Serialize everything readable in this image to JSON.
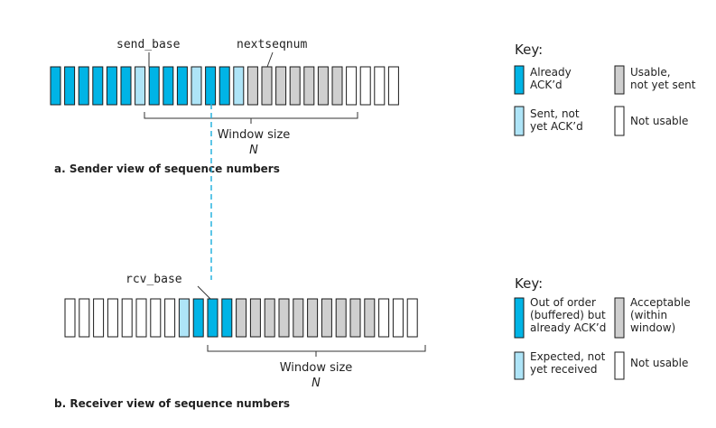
{
  "colors": {
    "acked": "#00b4e6",
    "sent_not_acked": "#aee4f7",
    "usable": "#cfcfcf",
    "not_usable": "#ffffff",
    "outline": "#1a1a1a",
    "bracket": "#333333",
    "dashed_line": "#29b3df"
  },
  "sender": {
    "caption": "a. Sender view of sequence numbers",
    "send_base_label": "send_base",
    "nextseqnum_label": "nextseqnum",
    "window_label": "Window size",
    "window_var": "N",
    "cells": [
      "acked",
      "acked",
      "acked",
      "acked",
      "acked",
      "acked",
      "sent",
      "acked",
      "acked",
      "acked",
      "sent",
      "acked",
      "acked",
      "sent",
      "usable",
      "usable",
      "usable",
      "usable",
      "usable",
      "usable",
      "usable",
      "not",
      "not",
      "not",
      "not"
    ],
    "key": {
      "title": "Key:",
      "items": [
        {
          "type": "acked",
          "label": [
            "Already",
            "ACK’d"
          ]
        },
        {
          "type": "usable",
          "label": [
            "Usable,",
            "not yet sent"
          ]
        },
        {
          "type": "sent",
          "label": [
            "Sent, not",
            "yet ACK’d"
          ]
        },
        {
          "type": "not",
          "label": [
            "Not usable"
          ]
        }
      ]
    }
  },
  "receiver": {
    "caption": "b. Receiver view of sequence numbers",
    "rcv_base_label": "rcv_base",
    "window_label": "Window size",
    "window_var": "N",
    "cells": [
      "not",
      "not",
      "not",
      "not",
      "not",
      "not",
      "not",
      "not",
      "expected",
      "ooo",
      "ooo",
      "ooo",
      "acceptable",
      "acceptable",
      "acceptable",
      "acceptable",
      "acceptable",
      "acceptable",
      "acceptable",
      "acceptable",
      "acceptable",
      "acceptable",
      "not",
      "not",
      "not"
    ],
    "key": {
      "title": "Key:",
      "items": [
        {
          "type": "ooo",
          "label": [
            "Out of order",
            "(buffered) but",
            "already ACK’d"
          ]
        },
        {
          "type": "acceptable",
          "label": [
            "Acceptable",
            "(within",
            "window)"
          ]
        },
        {
          "type": "expected",
          "label": [
            "Expected, not",
            "yet received"
          ]
        },
        {
          "type": "not",
          "label": [
            "Not usable"
          ]
        }
      ]
    }
  }
}
